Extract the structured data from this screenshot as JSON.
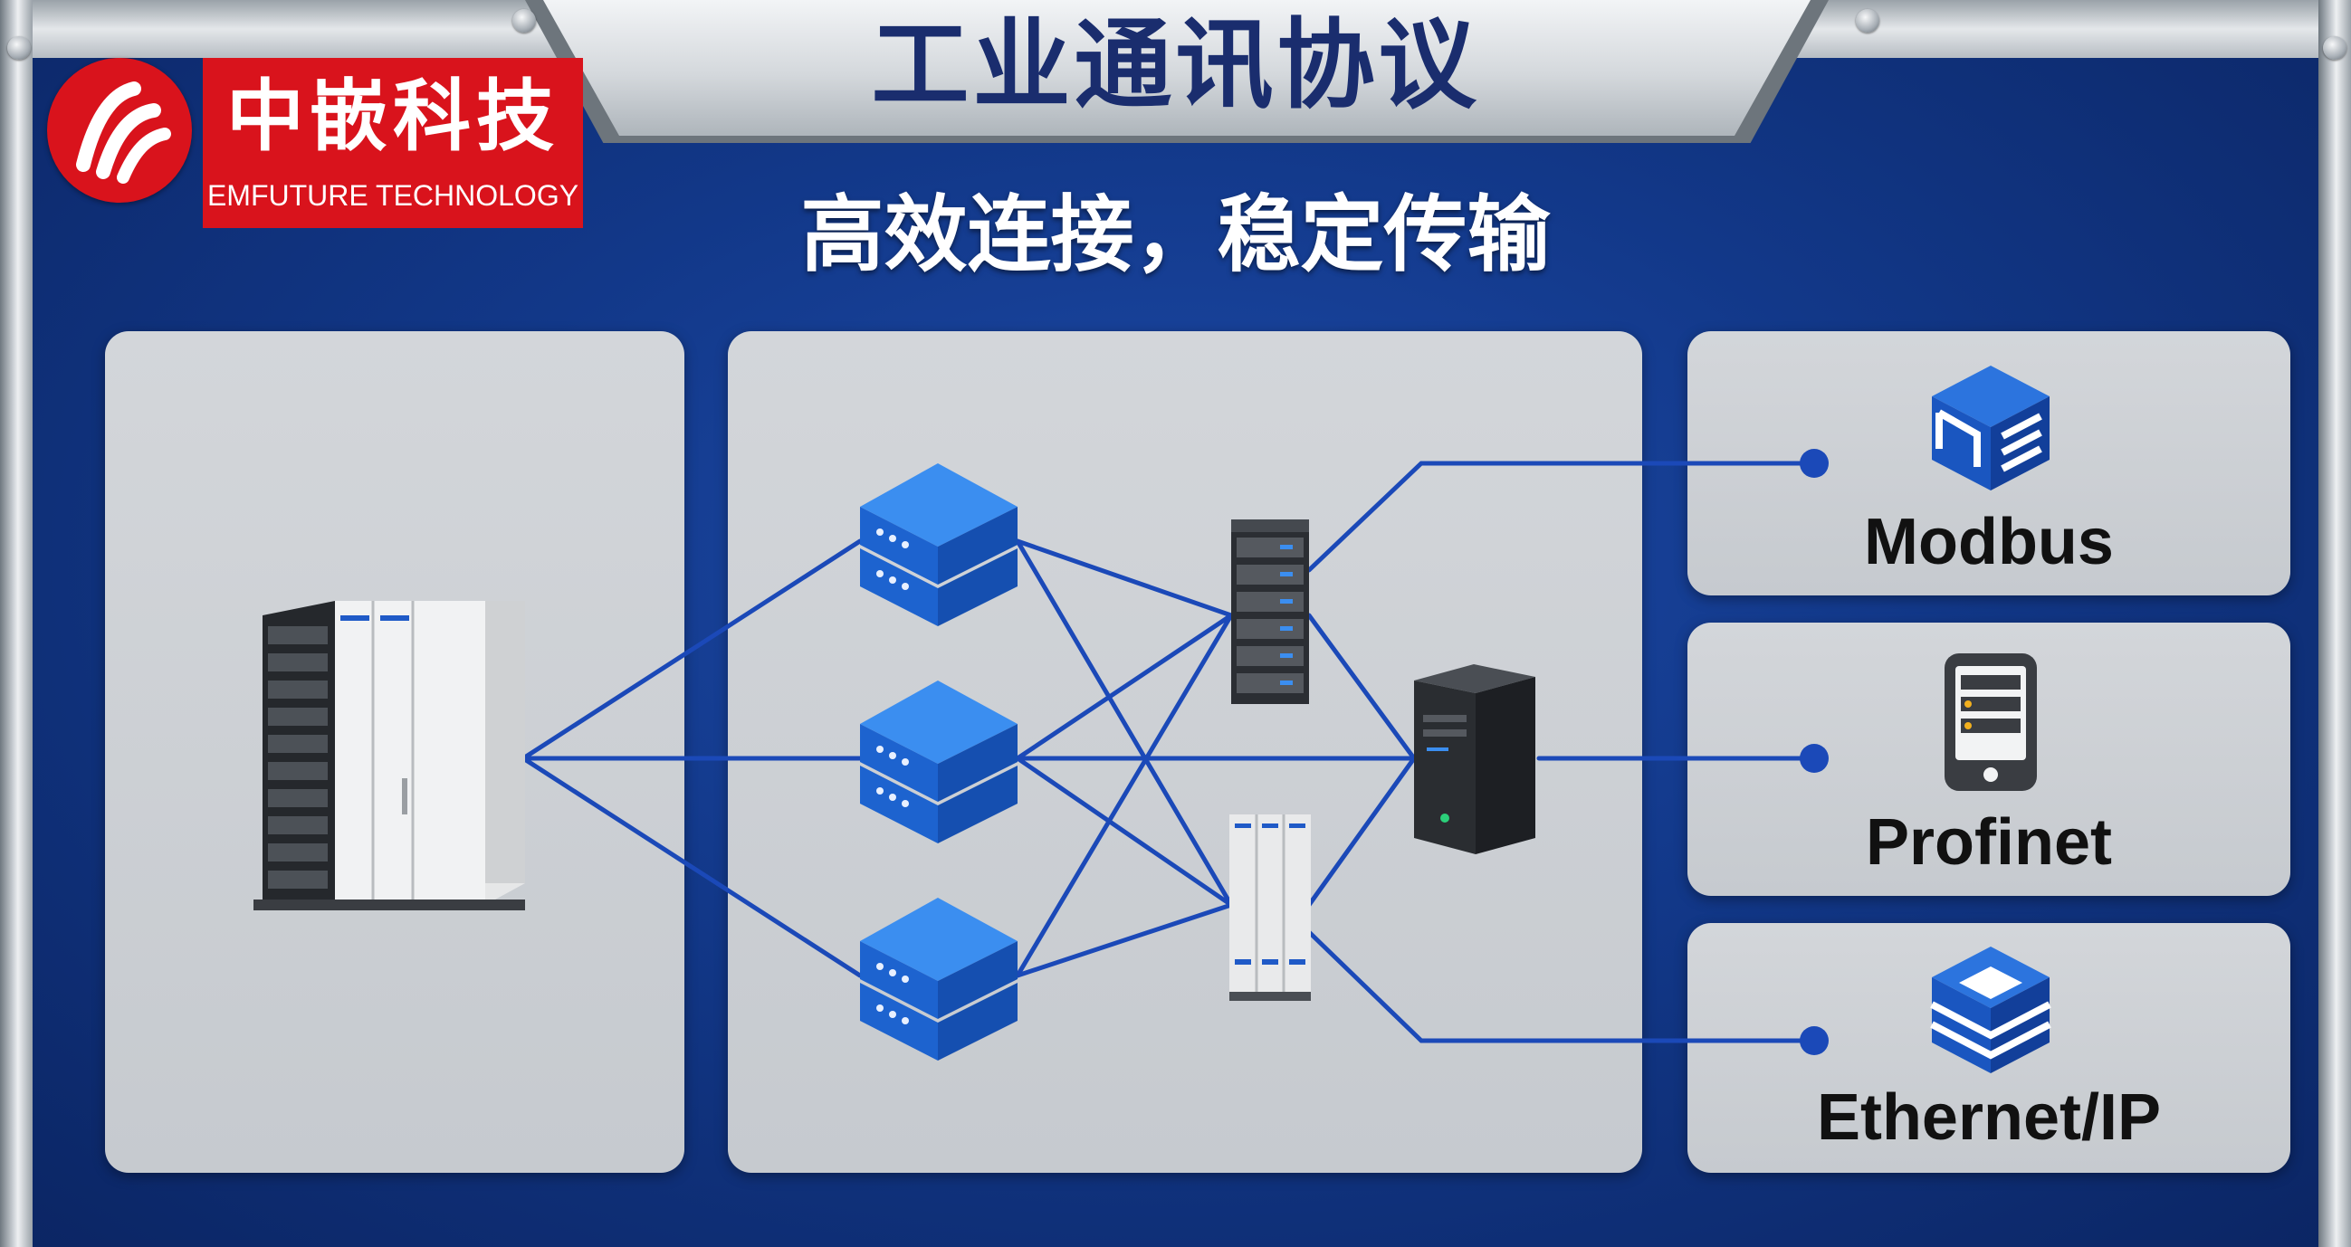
{
  "header": {
    "title": "工业通讯协议",
    "subtitle": "高效连接，稳定传输"
  },
  "logo": {
    "name_cn": "中嵌科技",
    "name_en": "EMFUTURE TECHNOLOGY"
  },
  "protocols": [
    {
      "label": "Modbus",
      "icon": "cube-icon"
    },
    {
      "label": "Profinet",
      "icon": "device-tablet-icon"
    },
    {
      "label": "Ethernet/IP",
      "icon": "layered-box-icon"
    }
  ],
  "colors": {
    "background": "#123889",
    "accent_blue": "#1f6fd6",
    "line_blue": "#1b49b8",
    "logo_red": "#d9131c",
    "title_navy": "#1a2d6e",
    "panel_gray": "#cdd0d4"
  }
}
